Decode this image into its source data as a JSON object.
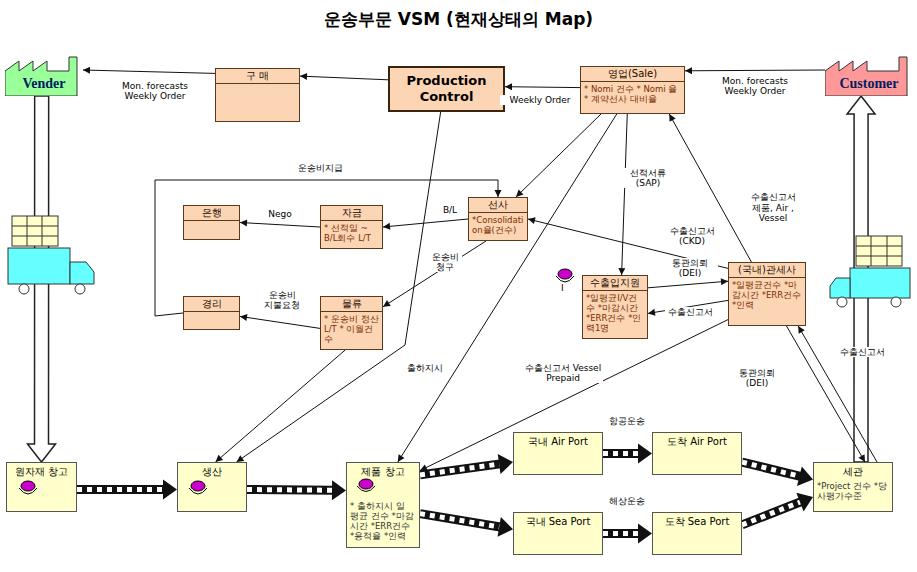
{
  "diagram": {
    "title": "운송부문 VSM (현재상태의 Map)",
    "nodes": [
      {
        "text": [
          "Vender"
        ]
      },
      {
        "text": [
          "구 매"
        ]
      },
      {
        "text": [
          "Production Control"
        ]
      },
      {
        "text": [
          "영업(Sale)",
          "* Nomi 건수 * Nomi 율 * 계약선사 대비율"
        ]
      },
      {
        "text": [
          "Customer"
        ]
      },
      {
        "text": [
          "은행"
        ]
      },
      {
        "text": [
          "자금",
          "* 선적일 ~ B/L회수 L/T"
        ]
      },
      {
        "text": [
          "선사",
          "*Consolidation율(건수)"
        ]
      },
      {
        "text": [
          "경리"
        ]
      },
      {
        "text": [
          "물류",
          "* 운송비 정산L/T * 이월건수"
        ]
      },
      {
        "text": [
          "수출입지원",
          "*일평균I/V건수 *마감시간 *ERR건수 *인력1명"
        ]
      },
      {
        "text": [
          "(국내)관세사",
          "*일평균건수 *마감시간 *ERR건수 *인력"
        ]
      },
      {
        "text": [
          "원자재 창고"
        ]
      },
      {
        "text": [
          "생산"
        ]
      },
      {
        "text": [
          "제품 창고",
          "* 출하지시 일 평균 건수 *마감시간 *ERR건수 *용적율 *인력"
        ]
      },
      {
        "text": [
          "국내 Air Port"
        ]
      },
      {
        "text": [
          "도착 Air Port"
        ]
      },
      {
        "text": [
          "국내 Sea Port"
        ]
      },
      {
        "text": [
          "도착 Sea Port"
        ]
      },
      {
        "text": [
          "세관",
          "*Project 건수 *당사평가수준"
        ]
      }
    ],
    "edges": [
      {
        "from": 4,
        "to": 3,
        "arrow": "to",
        "label": "Mon. forecasts Weekly Order"
      },
      {
        "from": 3,
        "to": 2,
        "arrow": "to",
        "label": "Weekly Order"
      },
      {
        "from": 2,
        "to": 1,
        "arrow": "to"
      },
      {
        "from": 1,
        "to": 0,
        "arrow": "to",
        "label": "Mon. forecasts Weekly Order"
      },
      {
        "from": 0,
        "to": 12,
        "arrow": "to"
      },
      {
        "from": 12,
        "to": 13,
        "arrow": "to"
      },
      {
        "from": 13,
        "to": 14,
        "arrow": "to"
      },
      {
        "from": 14,
        "to": 15,
        "arrow": "to"
      },
      {
        "from": 15,
        "to": 16,
        "arrow": "to",
        "label": "항공운송"
      },
      {
        "from": 16,
        "to": 19,
        "arrow": "to"
      },
      {
        "from": 14,
        "to": 17,
        "arrow": "to"
      },
      {
        "from": 17,
        "to": 18,
        "arrow": "to",
        "label": "해상운송"
      },
      {
        "from": 18,
        "to": 19,
        "arrow": "to"
      },
      {
        "from": 19,
        "to": 4,
        "arrow": "to"
      },
      {
        "from": 2,
        "to": 13,
        "arrow": "to"
      },
      {
        "from": 3,
        "to": 7,
        "arrow": "to"
      },
      {
        "from": 3,
        "to": 10,
        "arrow": "to",
        "label": "선적서류 (SAP)"
      },
      {
        "from": 3,
        "to": 14,
        "arrow": "to",
        "label": "출하지시"
      },
      {
        "from": 11,
        "to": 3,
        "arrow": "to",
        "label": "수출신고서 제품, Air , Vessel"
      },
      {
        "from": 11,
        "to": 7,
        "arrow": "to",
        "label": "수출신고서 (CKD)"
      },
      {
        "from": 10,
        "to": 11,
        "arrow": "to",
        "label": "통관의뢰 (DEI)"
      },
      {
        "from": 11,
        "to": 10,
        "arrow": "to",
        "label": "수출신고서"
      },
      {
        "from": 11,
        "to": 14,
        "arrow": "to",
        "label": "수출신고서 Vessel Prepaid"
      },
      {
        "from": 11,
        "to": 19,
        "arrow": "to",
        "label": "통관의뢰 (DEI)"
      },
      {
        "from": 19,
        "to": 11,
        "arrow": "to",
        "label": "수출신고서"
      },
      {
        "from": 7,
        "to": 6,
        "arrow": "to",
        "label": "B/L"
      },
      {
        "from": 6,
        "to": 5,
        "arrow": "to",
        "label": "Nego"
      },
      {
        "from": 7,
        "to": 9,
        "arrow": "to",
        "label": "운송비 청구"
      },
      {
        "from": 9,
        "to": 8,
        "arrow": "to",
        "label": "운송비 지불요청"
      },
      {
        "from": 8,
        "to": 7,
        "arrow": "to",
        "label": "운송비지급"
      },
      {
        "from": 9,
        "to": 13,
        "arrow": "to"
      }
    ],
    "labels": [
      "I"
    ]
  }
}
